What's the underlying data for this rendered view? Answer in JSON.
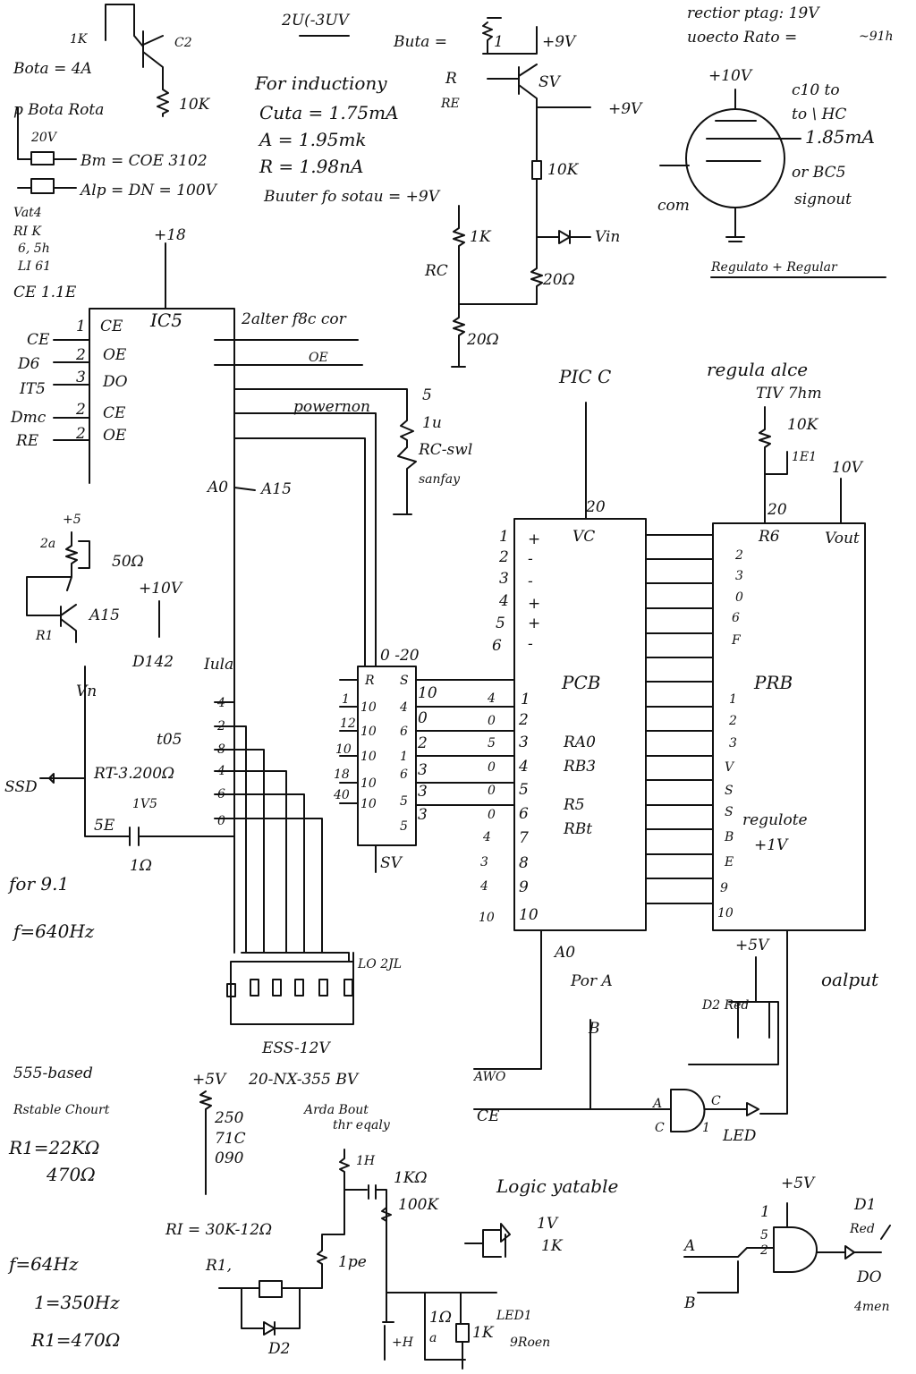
{
  "colors": {
    "ink": "#111111",
    "paper": "#ffffff"
  },
  "top_left": [
    "1K",
    "Bota = 4A",
    "C2",
    "10K",
    "p Bota Rota",
    "20V",
    "Bm = COE 3102",
    "Alp = DN = 100V",
    "Vat4",
    "RI  K",
    "6,  5h",
    "LI 61",
    "CE 1.1E",
    "+18"
  ],
  "top_middle": [
    "2U(-3UV",
    "For inductiony",
    "Cuta = 1.75mA",
    "A = 1.95mk",
    "R = 1.98nA",
    "Buuter fo sotau = +9V",
    "Buta =",
    "1",
    "+9V",
    "R",
    "RE",
    "SV",
    "+9V",
    "10K",
    "Vin",
    "1K",
    "RC",
    "20Ω",
    "20Ω"
  ],
  "top_right": [
    "rectior ptag: 19V",
    "uoecto Rato = ",
    "~91h",
    "+10V",
    "c10 to",
    "to \\ HC",
    "1.85mA",
    "or BC5",
    "signout",
    "com",
    "Regulato + Regular"
  ],
  "ic5": {
    "title": "IC5",
    "left_names": [
      "CE",
      "D6",
      "IT5",
      "Dmc",
      "RE"
    ],
    "left_pins": [
      "1",
      "2",
      "3",
      "2",
      "2"
    ],
    "inner": [
      "CE",
      "OE",
      "DO",
      "CE",
      "OE"
    ],
    "right": [
      "2alter f8c cor",
      "OE",
      "powernon",
      "5",
      "1u",
      "RC-swl",
      "sanfay",
      "A0",
      "A15"
    ]
  },
  "mid_left": [
    "+5",
    "2a",
    "50Ω",
    "+10V",
    "A15",
    "R1",
    "D142",
    "Iula",
    "Vn",
    "SSD",
    "RT-3.200Ω",
    "t05",
    "1V5",
    "5E",
    "1Ω",
    "for 9.1",
    "f=640Hz"
  ],
  "mid_left_pins": [
    "4",
    "2",
    "8",
    "4",
    "6",
    "0"
  ],
  "counter": {
    "title": "0 -20",
    "left_pins": [
      "R",
      "10",
      "10",
      "10",
      "10",
      "10"
    ],
    "inputs": [
      "1",
      "12",
      "10",
      "18",
      "40"
    ],
    "right_pins": [
      "S",
      "4",
      "6",
      "1",
      "6",
      "5",
      "5"
    ],
    "outputs": [
      "10",
      "0",
      "2",
      "3",
      "3",
      "3"
    ],
    "supply": "SV"
  },
  "pic": {
    "title": "PIC C",
    "pin20": "20",
    "vc": "VC",
    "pins": [
      "1",
      "2",
      "3",
      "4",
      "5",
      "6"
    ],
    "signs": [
      "+",
      "-",
      "-",
      "+",
      "+",
      "-"
    ],
    "port_label": "PCB",
    "lower_pins": [
      "1",
      "2",
      "3",
      "4",
      "5",
      "6",
      "7",
      "8",
      "9",
      "10"
    ],
    "inputs": [
      "4",
      "0",
      "5",
      "0",
      "0",
      "0",
      "4",
      "3",
      "4",
      "10"
    ],
    "names": [
      "RA0",
      "RB3",
      "R5",
      "RBt"
    ],
    "a0": "A0",
    "port_a": "Por A",
    "b": "B"
  },
  "regulator": {
    "title": "regula alce",
    "subtitle": "TIV 7hm",
    "r": "10K",
    "c": "1E1",
    "v": "10V",
    "pin20": "20",
    "r6": "R6",
    "vout": "Vout",
    "upper_pins": [
      "2",
      "3",
      "0",
      "6",
      "F"
    ],
    "port_label": "PRB",
    "lower_pins": [
      "1",
      "2",
      "3",
      "V",
      "S",
      "S",
      "B",
      "E",
      "9",
      "10"
    ],
    "note": "regulote",
    "note_v": "+1V",
    "plus5": "+5V",
    "d2": "D2 Red",
    "output": "oalput"
  },
  "gate1": {
    "awo": "AWO",
    "ce": "CE",
    "a": "A",
    "c": "C",
    "c2": "C",
    "one": "1",
    "led": "LED"
  },
  "bottom_left": [
    "ESS-12V",
    "LO 2JL",
    "555-based",
    "Rstable Chourt",
    "R1=22KΩ",
    "470Ω",
    "f=64Hz",
    "1=350Hz",
    "R1=470Ω"
  ],
  "bottom_mid": [
    "+5V",
    "20-NX-355 BV",
    "250",
    "71C",
    "090",
    "Arda Bout",
    "thr eqaly",
    "1H",
    "1KΩ",
    "100K",
    "RI = 30K-12Ω",
    "R1,",
    "1pe",
    "D2",
    "1Ω",
    "a",
    "1K",
    "LED1",
    "9Roen",
    "+H"
  ],
  "logic": [
    "Logic yatable",
    "1V",
    "1K",
    "+5V",
    "1",
    "5",
    "2",
    "A",
    "B",
    "D1",
    "Red",
    "DO",
    "4men"
  ]
}
